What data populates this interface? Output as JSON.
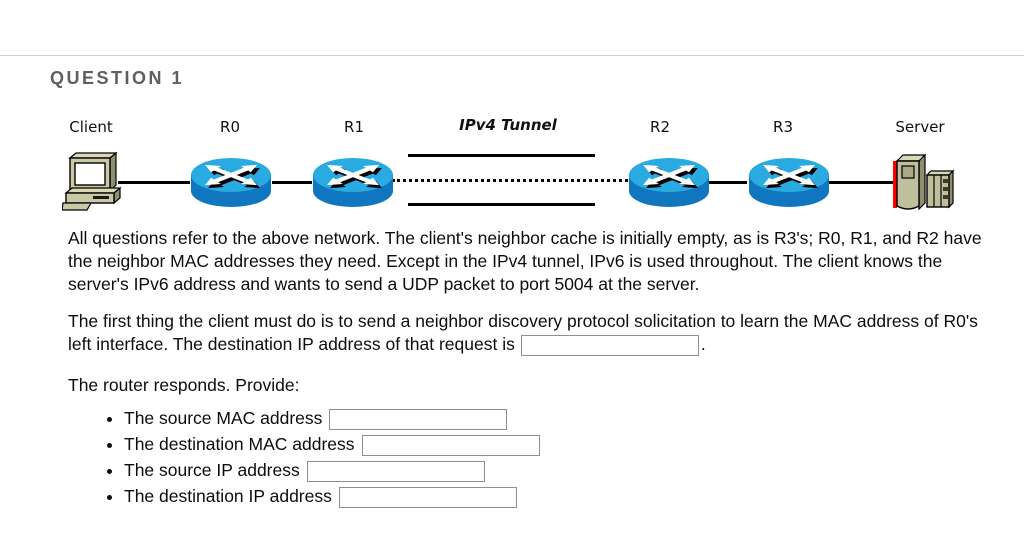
{
  "header": {
    "title": "QUESTION 1"
  },
  "diagram": {
    "nodes": [
      {
        "id": "client",
        "label": "Client",
        "icon": "desktop-computer-icon"
      },
      {
        "id": "r0",
        "label": "R0",
        "icon": "router-icon"
      },
      {
        "id": "r1",
        "label": "R1",
        "icon": "router-icon"
      },
      {
        "id": "tunnel",
        "label": "IPv4 Tunnel",
        "icon": "tunnel-lines"
      },
      {
        "id": "r2",
        "label": "R2",
        "icon": "router-icon"
      },
      {
        "id": "r3",
        "label": "R3",
        "icon": "router-icon"
      },
      {
        "id": "server",
        "label": "Server",
        "icon": "server-tower-icon"
      }
    ]
  },
  "question": {
    "intro": "All questions refer to the above network. The client's neighbor cache is initially empty, as is R3's; R0, R1, and R2 have the neighbor MAC addresses they need. Except in the IPv4 tunnel, IPv6 is used throughout. The client knows the server's IPv6 address and wants to send a UDP packet to port 5004 at the server.",
    "part1_before_input": "The first thing the client must do is to send a neighbor discovery protocol solicitation to learn the MAC address of R0's left interface. The destination IP address of that request is",
    "part1_after_input": ".",
    "part1_input_value": "",
    "part2_prompt": "The router responds. Provide:",
    "answers": [
      {
        "label": "The source MAC address",
        "value": ""
      },
      {
        "label": "The destination MAC address",
        "value": ""
      },
      {
        "label": "The source IP address",
        "value": ""
      },
      {
        "label": "The destination IP address",
        "value": ""
      }
    ]
  },
  "colors": {
    "heading_gray": "#5f5f5f",
    "divider_gray": "#cfcfcf",
    "router_top_blue": "#29abe2",
    "router_body_blue": "#0f76bf",
    "machine_beige": "#c9c9a5",
    "machine_beige_light": "#d9d9b6",
    "machine_shadow": "#8f8f6e",
    "server_stripe_red": "#ff0000",
    "input_border_gray": "#8f8f8f",
    "line_black": "#000000"
  }
}
